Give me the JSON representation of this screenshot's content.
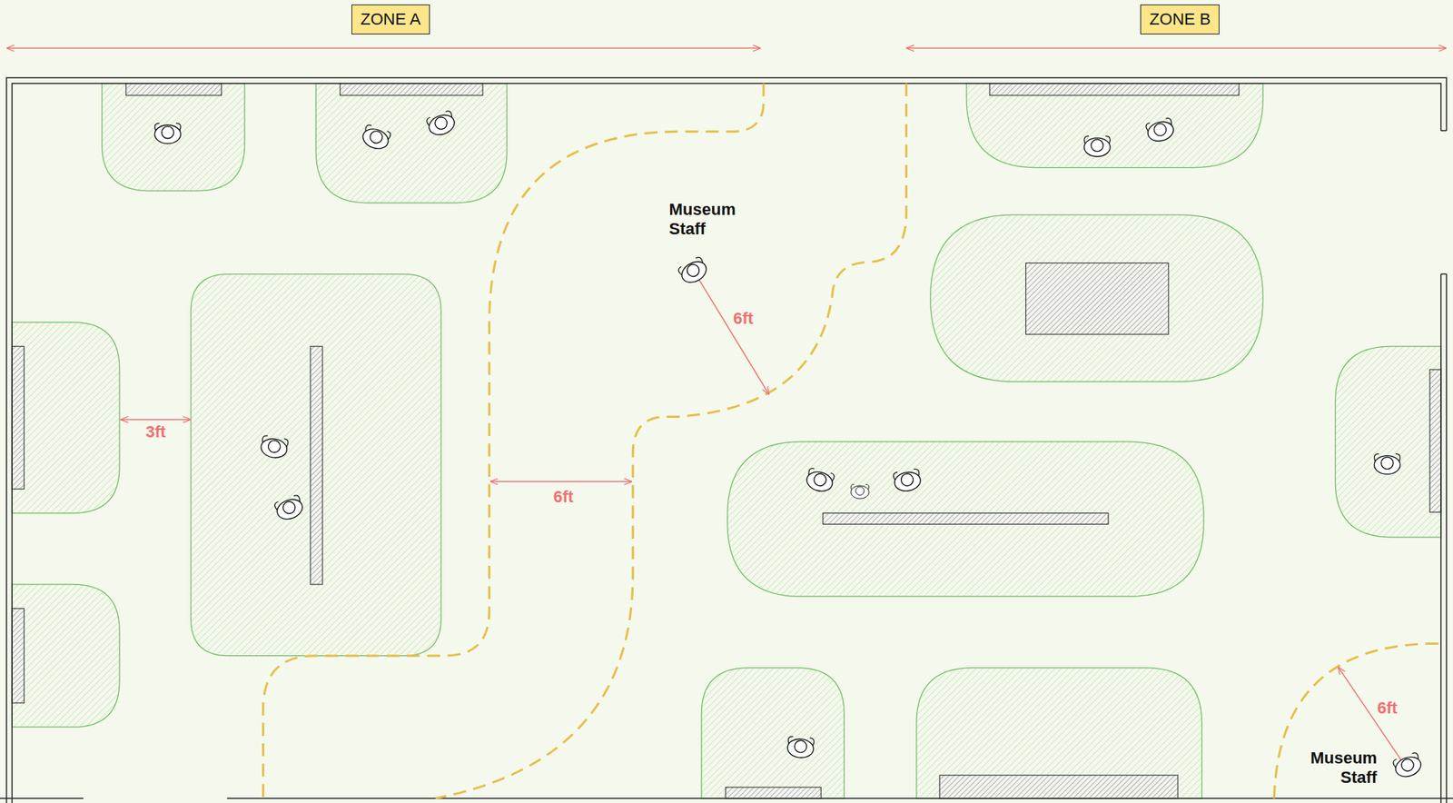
{
  "diagram": {
    "nodes": [
      {
        "text": [
          "ZONE A"
        ]
      },
      {
        "text": [
          "ZONE B"
        ]
      }
    ],
    "labels": [
      "Museum Staff",
      "6ft",
      "3ft",
      "6ft",
      "6ft",
      "Museum Staff"
    ]
  }
}
